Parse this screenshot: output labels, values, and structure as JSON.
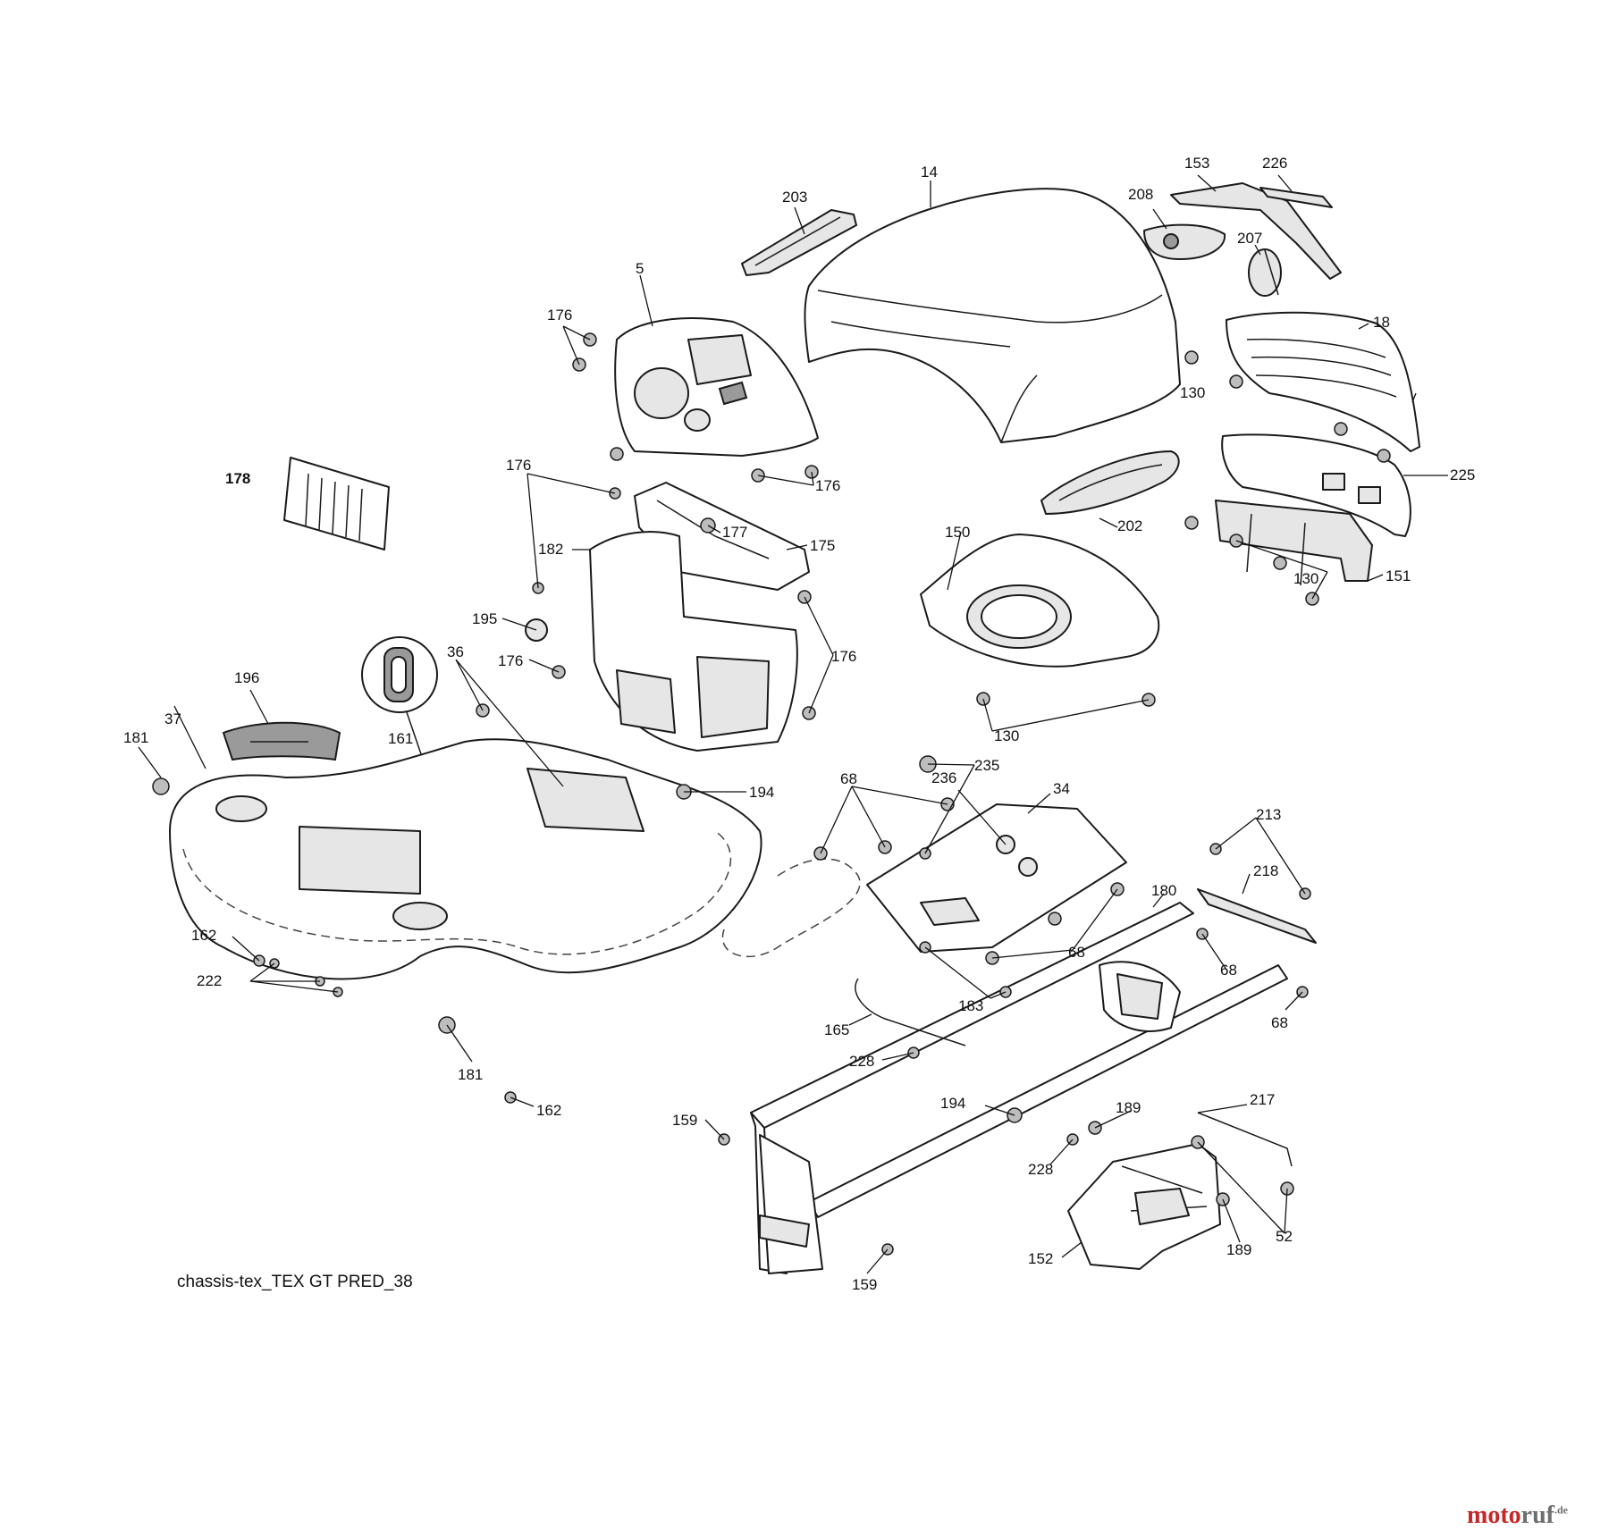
{
  "diagram": {
    "caption": "chassis-tex_TEX GT PRED_38",
    "watermark": {
      "part1": "moto",
      "part2": "ruf",
      "tld": ".de"
    },
    "labels": [
      {
        "id": "l14",
        "text": "14",
        "bold": false
      },
      {
        "id": "l153",
        "text": "153",
        "bold": false
      },
      {
        "id": "l226",
        "text": "226",
        "bold": false
      },
      {
        "id": "l203",
        "text": "203",
        "bold": false
      },
      {
        "id": "l208",
        "text": "208",
        "bold": false
      },
      {
        "id": "l207",
        "text": "207",
        "bold": false
      },
      {
        "id": "l5",
        "text": "5",
        "bold": false
      },
      {
        "id": "l176a",
        "text": "176",
        "bold": false
      },
      {
        "id": "l18",
        "text": "18",
        "bold": false
      },
      {
        "id": "l130a",
        "text": "130",
        "bold": false
      },
      {
        "id": "l225",
        "text": "225",
        "bold": false
      },
      {
        "id": "l176b",
        "text": "176",
        "bold": false
      },
      {
        "id": "l176c",
        "text": "176",
        "bold": false
      },
      {
        "id": "l178",
        "text": "178",
        "bold": true
      },
      {
        "id": "l202",
        "text": "202",
        "bold": false
      },
      {
        "id": "l177",
        "text": "177",
        "bold": false
      },
      {
        "id": "l182",
        "text": "182",
        "bold": false
      },
      {
        "id": "l175",
        "text": "175",
        "bold": false
      },
      {
        "id": "l150",
        "text": "150",
        "bold": false
      },
      {
        "id": "l130b",
        "text": "130",
        "bold": false
      },
      {
        "id": "l151",
        "text": "151",
        "bold": false
      },
      {
        "id": "l195",
        "text": "195",
        "bold": false
      },
      {
        "id": "l176d",
        "text": "176",
        "bold": false
      },
      {
        "id": "l176e",
        "text": "176",
        "bold": false
      },
      {
        "id": "l36",
        "text": "36",
        "bold": false
      },
      {
        "id": "l196",
        "text": "196",
        "bold": false
      },
      {
        "id": "l37",
        "text": "37",
        "bold": false
      },
      {
        "id": "l181a",
        "text": "181",
        "bold": false
      },
      {
        "id": "l161",
        "text": "161",
        "bold": false
      },
      {
        "id": "l130c",
        "text": "130",
        "bold": false
      },
      {
        "id": "l235",
        "text": "235",
        "bold": false
      },
      {
        "id": "l68a",
        "text": "68",
        "bold": false
      },
      {
        "id": "l34",
        "text": "34",
        "bold": false
      },
      {
        "id": "l194a",
        "text": "194",
        "bold": false
      },
      {
        "id": "l236",
        "text": "236",
        "bold": false
      },
      {
        "id": "l213",
        "text": "213",
        "bold": false
      },
      {
        "id": "l218",
        "text": "218",
        "bold": false
      },
      {
        "id": "l180",
        "text": "180",
        "bold": false
      },
      {
        "id": "l162a",
        "text": "162",
        "bold": false
      },
      {
        "id": "l68b",
        "text": "68",
        "bold": false
      },
      {
        "id": "l68c",
        "text": "68",
        "bold": false
      },
      {
        "id": "l222",
        "text": "222",
        "bold": false
      },
      {
        "id": "l183",
        "text": "183",
        "bold": false
      },
      {
        "id": "l165",
        "text": "165",
        "bold": false
      },
      {
        "id": "l68d",
        "text": "68",
        "bold": false
      },
      {
        "id": "l228a",
        "text": "228",
        "bold": false
      },
      {
        "id": "l181b",
        "text": "181",
        "bold": false
      },
      {
        "id": "l162b",
        "text": "162",
        "bold": false
      },
      {
        "id": "l194b",
        "text": "194",
        "bold": false
      },
      {
        "id": "l217",
        "text": "217",
        "bold": false
      },
      {
        "id": "l189a",
        "text": "189",
        "bold": false
      },
      {
        "id": "l159a",
        "text": "159",
        "bold": false
      },
      {
        "id": "l228b",
        "text": "228",
        "bold": false
      },
      {
        "id": "l52",
        "text": "52",
        "bold": false
      },
      {
        "id": "l152",
        "text": "152",
        "bold": false
      },
      {
        "id": "l189b",
        "text": "189",
        "bold": false
      },
      {
        "id": "l159b",
        "text": "159",
        "bold": false
      }
    ]
  }
}
